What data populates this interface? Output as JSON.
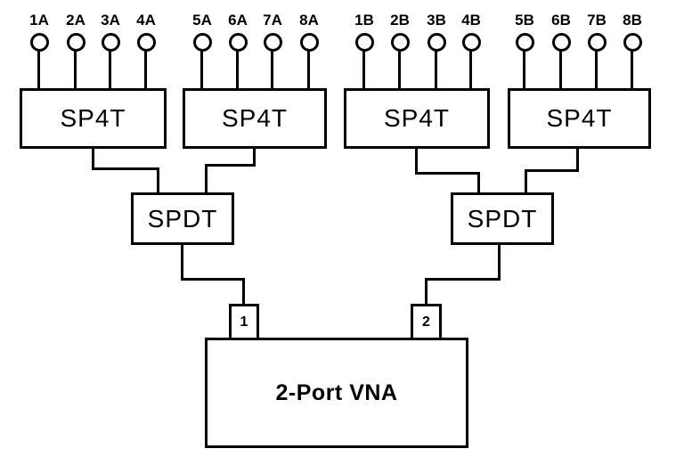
{
  "colors": {
    "line": "#000000",
    "background": "#ffffff",
    "box_fill": "#ffffff"
  },
  "ports": [
    "1A",
    "2A",
    "3A",
    "4A",
    "5A",
    "6A",
    "7A",
    "8A",
    "1B",
    "2B",
    "3B",
    "4B",
    "5B",
    "6B",
    "7B",
    "8B"
  ],
  "switches": {
    "sp4t_labels": [
      "SP4T",
      "SP4T",
      "SP4T",
      "SP4T"
    ],
    "spdt_labels": [
      "SPDT",
      "SPDT"
    ]
  },
  "vna": {
    "label": "2-Port VNA",
    "port_numbers": [
      "1",
      "2"
    ]
  }
}
